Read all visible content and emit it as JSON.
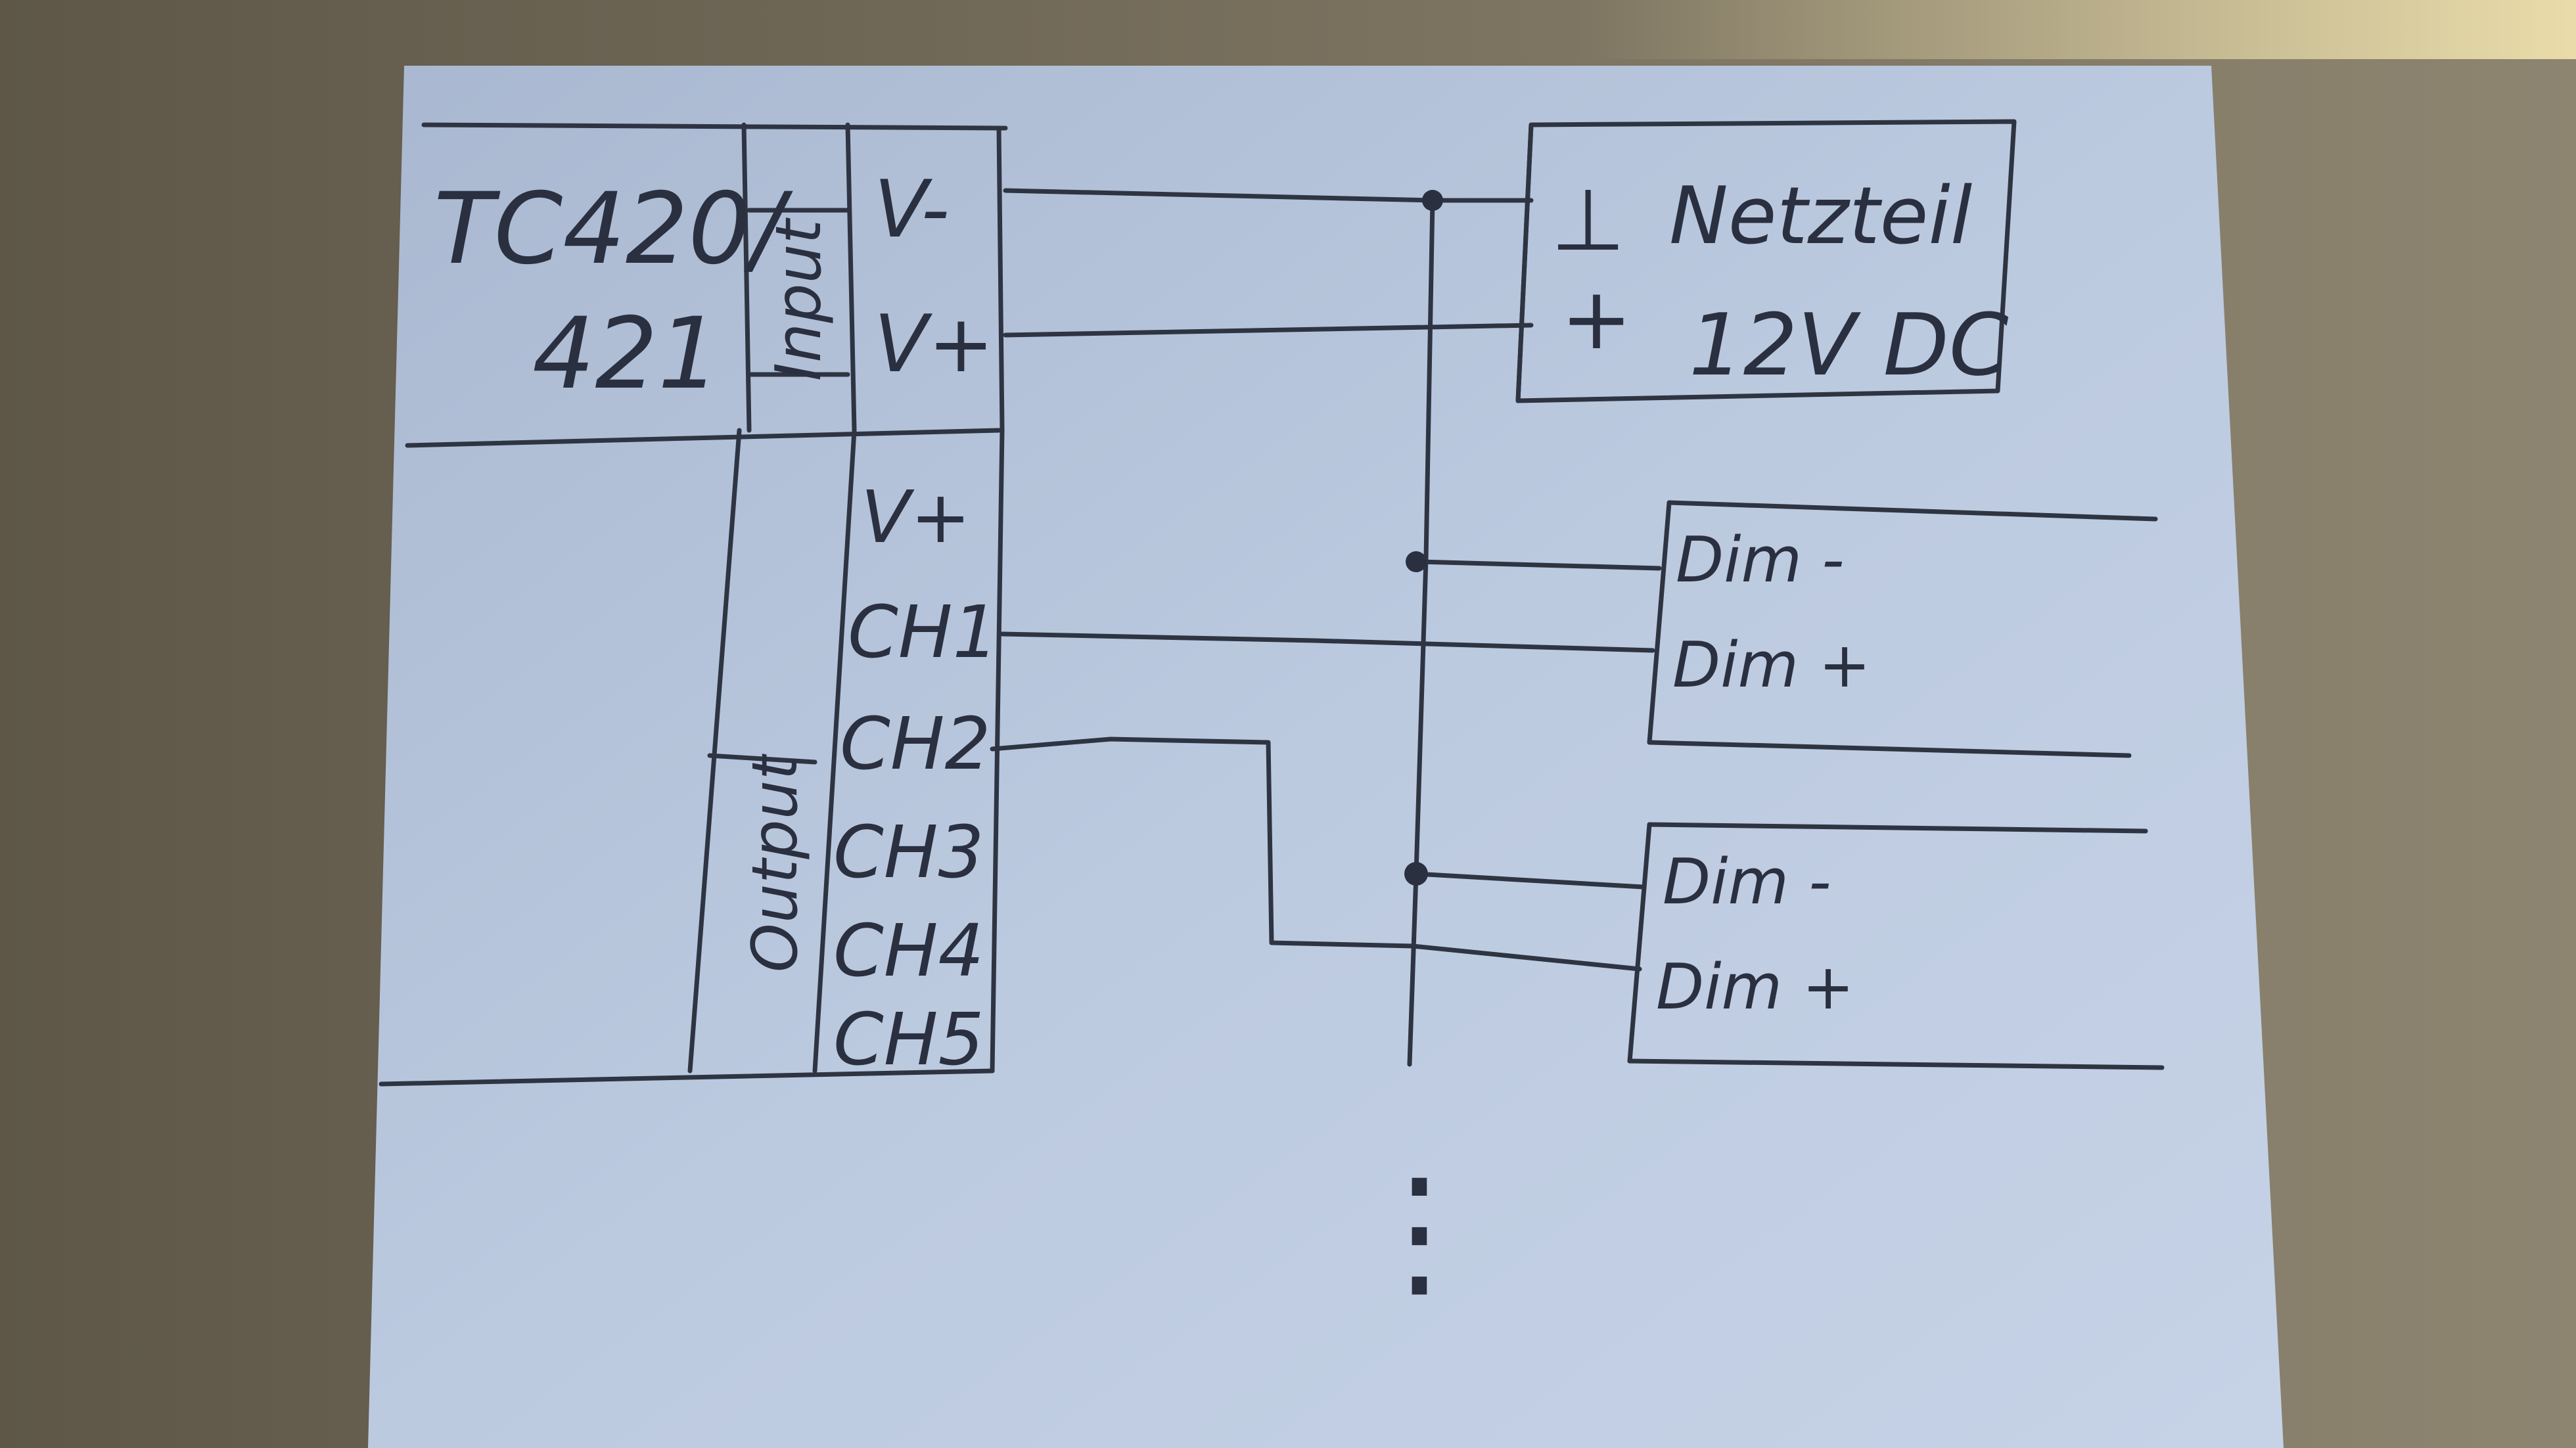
{
  "controller": {
    "model_line1": "TC420/",
    "model_line2": "421",
    "input_label": "Input",
    "output_label": "Output",
    "input_terminals": [
      "V-",
      "V+"
    ],
    "output_terminals": [
      "V+",
      "CH1",
      "CH2",
      "CH3",
      "CH4",
      "CH5"
    ]
  },
  "power_supply": {
    "ground_symbol": "⊥",
    "plus_symbol": "+",
    "title": "Netzteil",
    "voltage": "12V DC"
  },
  "dimmers": [
    {
      "minus_label": "Dim -",
      "plus_label": "Dim +"
    },
    {
      "minus_label": "Dim -",
      "plus_label": "Dim +"
    }
  ],
  "continuation": "⋮",
  "colors": {
    "paper": "#b8c6dc",
    "ink": "#2e3442",
    "table": "#7a7260"
  }
}
